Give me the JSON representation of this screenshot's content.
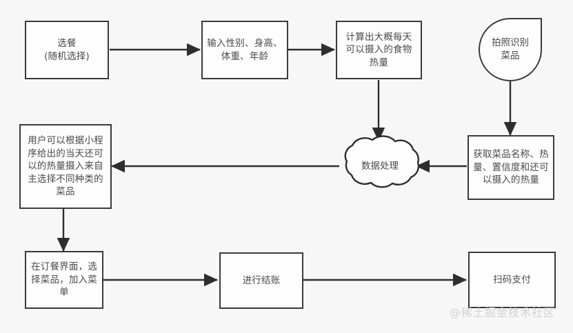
{
  "diagram": {
    "background_color": "#f7f7f7",
    "node_fill": "#fdfdfd",
    "stroke_color": "#3a3a3a",
    "text_color": "#4a4a4a",
    "watermark": "@稀土掘金技术社区",
    "nodes": [
      {
        "id": "select-meal",
        "shape": "rect",
        "label": "选餐\n(随机选择)"
      },
      {
        "id": "input-profile",
        "shape": "rect",
        "label": "输入性别、身高、体重、年龄"
      },
      {
        "id": "calc-calories",
        "shape": "rect",
        "label": "计算出大概每天可以摄入的食物热量"
      },
      {
        "id": "photo-recognize",
        "shape": "ellipse",
        "label": "拍照识别菜品"
      },
      {
        "id": "get-dish-info",
        "shape": "rect",
        "label": "获取菜品名称、热量、置信度和还可以摄入的热量"
      },
      {
        "id": "data-processing",
        "shape": "cloud",
        "label": "数据处理"
      },
      {
        "id": "user-select-dish",
        "shape": "rect",
        "label": "用户可以根据小程序给出的当天还可以的热量摄入来自主选择不同种类的菜品"
      },
      {
        "id": "order-add-menu",
        "shape": "rect",
        "label": "在订餐界面，选择菜品，加入菜单"
      },
      {
        "id": "checkout",
        "shape": "rect",
        "label": "进行结账"
      },
      {
        "id": "scan-pay",
        "shape": "rect",
        "label": "扫码支付"
      }
    ],
    "edges": [
      {
        "from": "select-meal",
        "to": "input-profile",
        "direction": "right"
      },
      {
        "from": "input-profile",
        "to": "calc-calories",
        "direction": "right"
      },
      {
        "from": "calc-calories",
        "to": "data-processing",
        "direction": "down"
      },
      {
        "from": "photo-recognize",
        "to": "get-dish-info",
        "direction": "down"
      },
      {
        "from": "get-dish-info",
        "to": "data-processing",
        "direction": "left"
      },
      {
        "from": "data-processing",
        "to": "user-select-dish",
        "direction": "left"
      },
      {
        "from": "user-select-dish",
        "to": "order-add-menu",
        "direction": "down"
      },
      {
        "from": "order-add-menu",
        "to": "checkout",
        "direction": "right"
      },
      {
        "from": "checkout",
        "to": "scan-pay",
        "direction": "right"
      }
    ]
  }
}
